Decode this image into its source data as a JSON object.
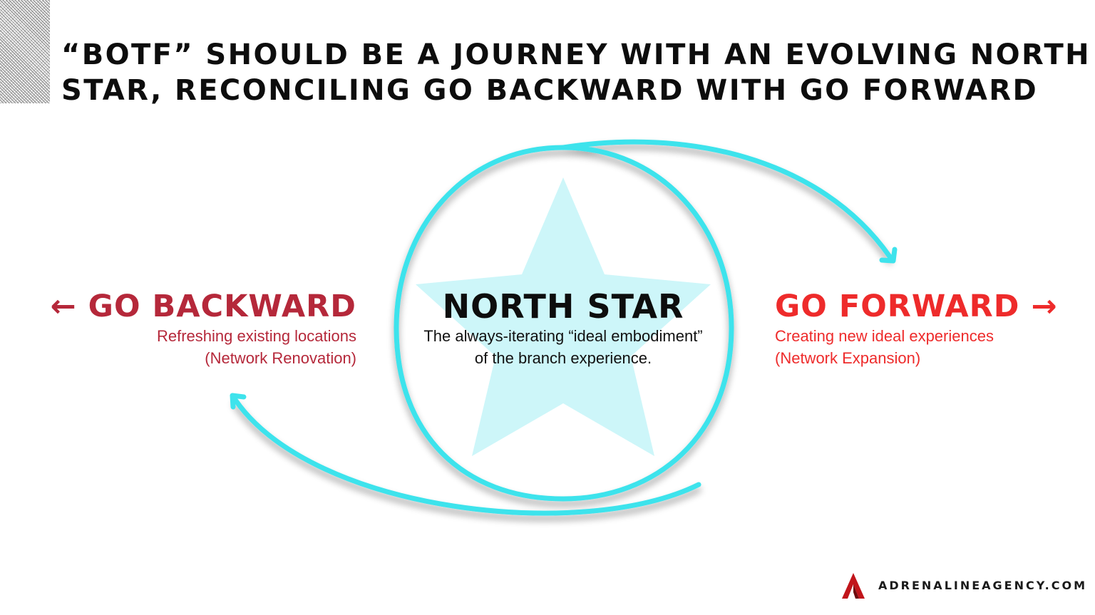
{
  "title": {
    "line1": "“BOTF” SHOULD BE A JOURNEY WITH AN EVOLVING NORTH",
    "line2": "STAR, RECONCILING GO BACKWARD WITH GO FORWARD"
  },
  "backward": {
    "arrow": "←",
    "heading": "GO BACKWARD",
    "line1": "Refreshing existing locations",
    "line2": "(Network Renovation)"
  },
  "center": {
    "heading": "NORTH STAR",
    "line1": "The always-iterating “ideal embodiment”",
    "line2": "of the branch experience."
  },
  "forward": {
    "heading": "GO FORWARD",
    "arrow": "→",
    "line1": "Creating new ideal experiences",
    "line2": "(Network Expansion)"
  },
  "footer": {
    "brand": "ADRENALINEAGENCY.COM",
    "logo_icon": "adrenaline-a-logo-icon"
  },
  "colors": {
    "backward": "#b5283a",
    "forward": "#ee2b2b",
    "loop": "#3ee3ec",
    "star": "#cdf6f9",
    "text": "#0d0d0d"
  }
}
